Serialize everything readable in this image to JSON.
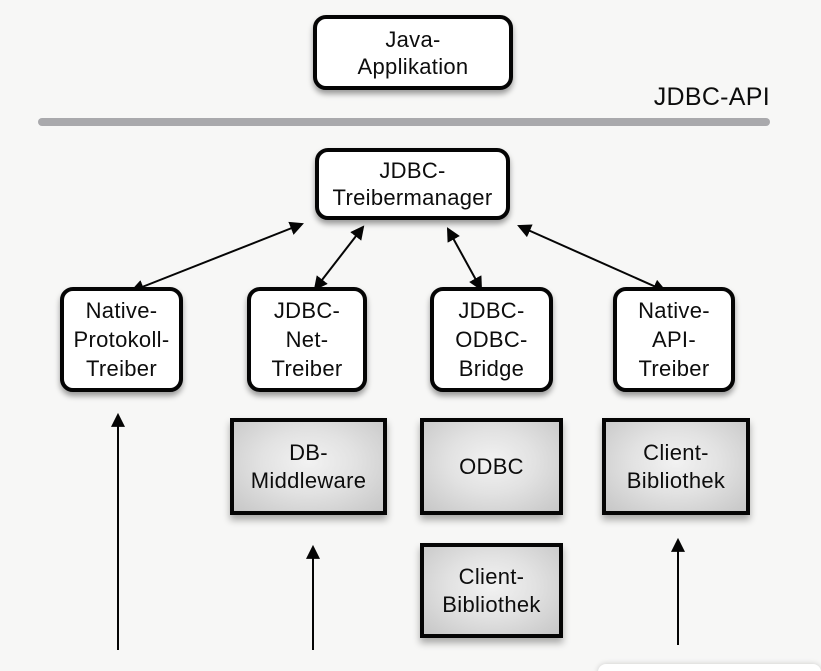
{
  "diagram": {
    "api_label": "JDBC-API",
    "nodes": {
      "java_app": "Java-\nApplikation",
      "treibermanager": "JDBC-\nTreibermanager",
      "native_protokoll": "Native-\nProtokoll-\nTreiber",
      "jdbc_net": "JDBC-\nNet-\nTreiber",
      "jdbc_odbc": "JDBC-\nODBC-\nBridge",
      "native_api": "Native-\nAPI-\nTreiber",
      "db_middleware": "DB-\nMiddleware",
      "odbc": "ODBC",
      "client_bibliothek_odbc": "Client-\nBibliothek",
      "client_bibliothek_native": "Client-\nBibliothek"
    },
    "colors": {
      "background": "#f7f7f6",
      "node_fill": "#ffffff",
      "gray_node_fill": "#d9d9d9",
      "border": "#050505",
      "separator_line": "#a9a9ac",
      "text": "#0d0d0d"
    }
  }
}
